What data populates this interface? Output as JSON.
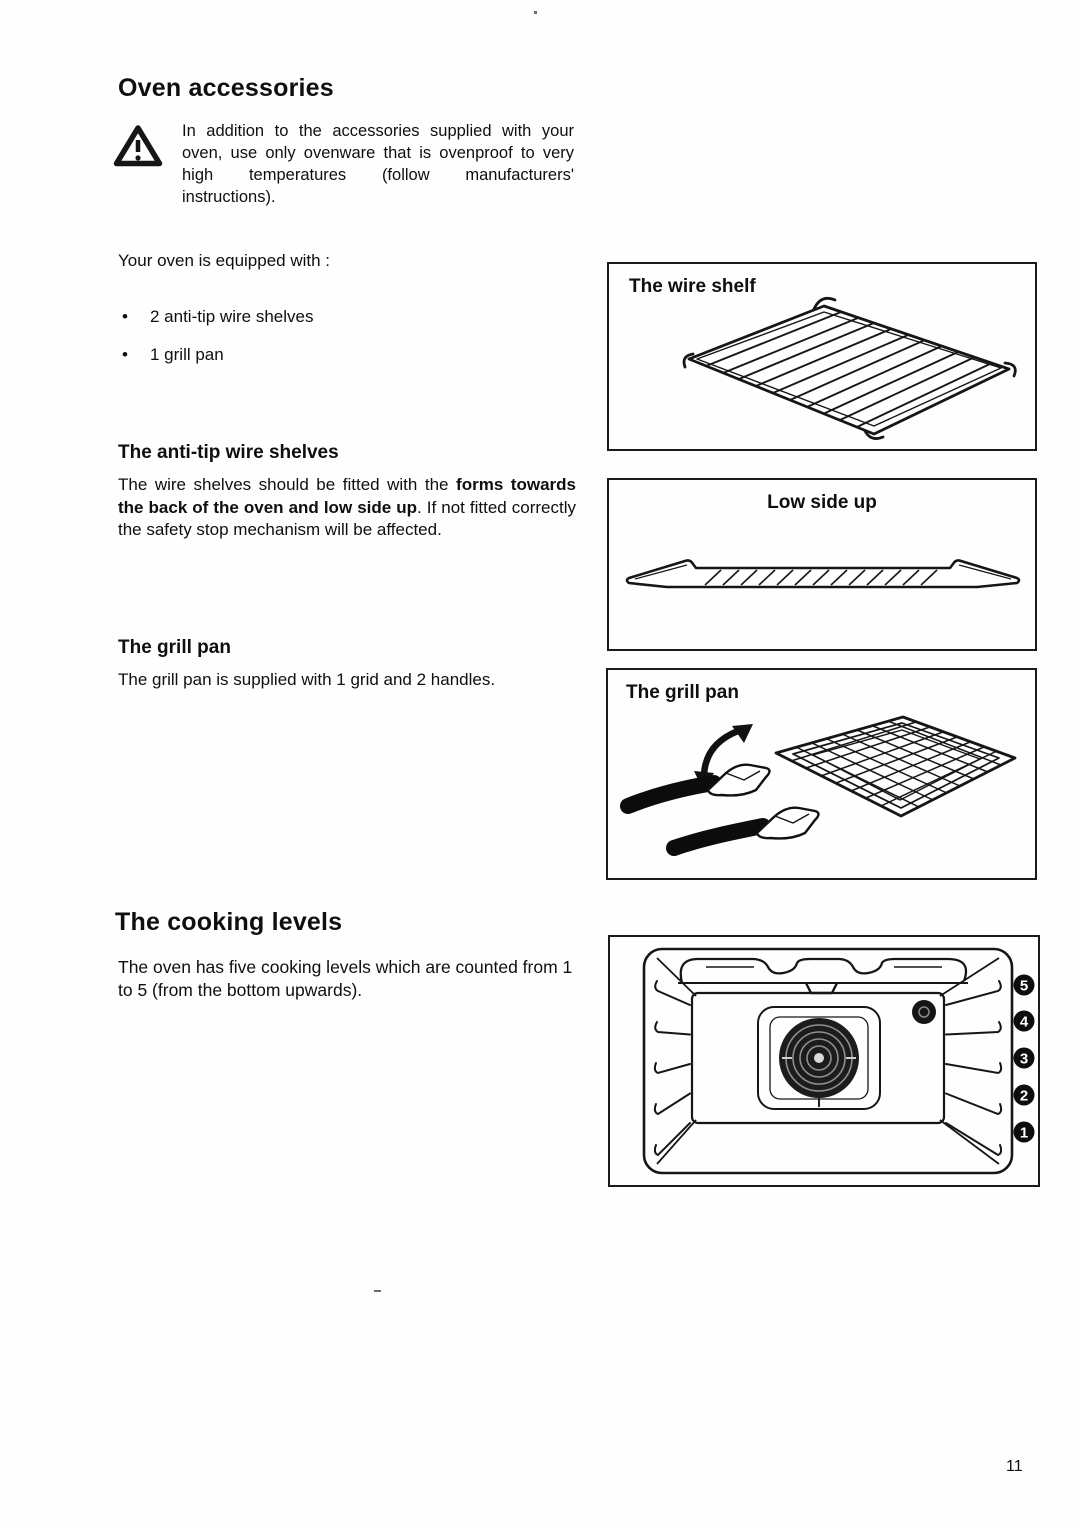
{
  "page": {
    "number": "11"
  },
  "headings": {
    "oven_accessories": "Oven accessories",
    "cooking_levels": "The cooking levels"
  },
  "warning": {
    "text": "In addition to the accessories supplied with your oven, use only ovenware that is ovenproof to very high temperatures (follow manufacturers' instructions)."
  },
  "equipment": {
    "intro": "Your oven is equipped with :",
    "bullet_glyph": "•",
    "items": [
      "2 anti-tip wire shelves",
      "1 grill pan"
    ]
  },
  "anti_tip": {
    "heading": "The anti-tip wire shelves",
    "body_start": "The wire shelves should be fitted with the ",
    "body_bold": "forms towards the back of the oven and low side up",
    "body_end": ". If not fitted correctly the safety stop mechanism will be affected."
  },
  "grill_pan_section": {
    "heading": "The grill pan",
    "body": "The grill pan is supplied with 1 grid and 2 handles."
  },
  "cooking_levels_section": {
    "body": "The oven has five cooking levels which are counted from 1 to 5 (from the bottom upwards)."
  },
  "figures": {
    "wire_shelf_label": "The wire shelf",
    "low_side_up_label": "Low side up",
    "grill_pan_label": "The grill pan",
    "levels": [
      "5",
      "4",
      "3",
      "2",
      "1"
    ]
  }
}
